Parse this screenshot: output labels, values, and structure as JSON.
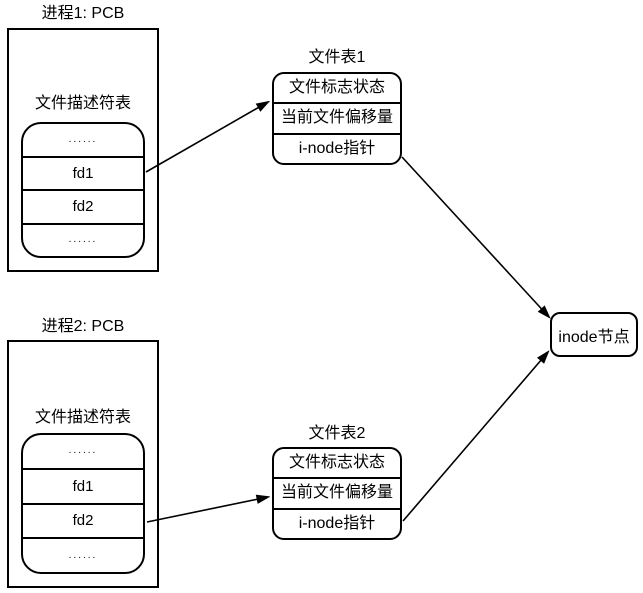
{
  "diagram": {
    "background": "#ffffff",
    "stroke_color": "#000000",
    "process1": {
      "title": "进程1: PCB",
      "fd_table_label": "文件描述符表",
      "fd_rows": [
        "......",
        "fd1",
        "fd2",
        "......"
      ]
    },
    "file_table1": {
      "title": "文件表1",
      "rows": [
        "文件标志状态",
        "当前文件偏移量",
        "i-node指针"
      ]
    },
    "process2": {
      "title": "进程2: PCB",
      "fd_table_label": "文件描述符表",
      "fd_rows": [
        "......",
        "fd1",
        "fd2",
        "......"
      ]
    },
    "file_table2": {
      "title": "文件表2",
      "rows": [
        "文件标志状态",
        "当前文件偏移量",
        "i-node指针"
      ]
    },
    "inode": {
      "label": "inode节点"
    },
    "connections": [
      {
        "from": "process1-fd1",
        "to": "file-table1"
      },
      {
        "from": "file-table1-inode-pointer",
        "to": "inode-node"
      },
      {
        "from": "process2-fd2",
        "to": "file-table2"
      },
      {
        "from": "file-table2-inode-pointer",
        "to": "inode-node"
      }
    ]
  }
}
